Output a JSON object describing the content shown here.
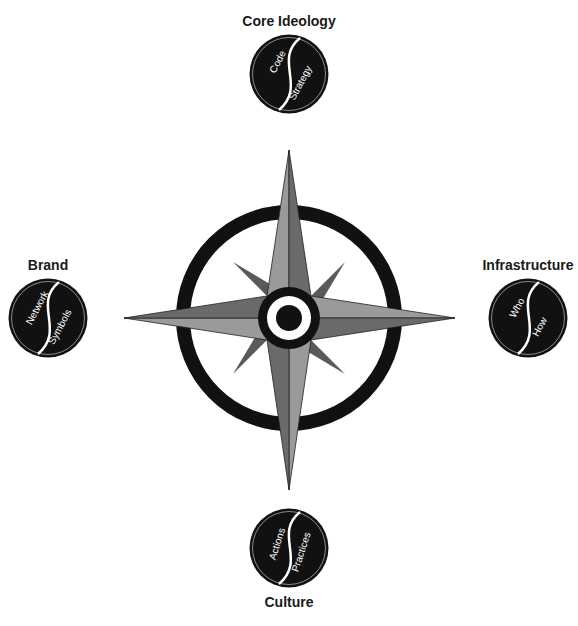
{
  "diagram": {
    "nodes": [
      {
        "text": [
          "Core Ideology",
          "Code",
          "Strategy"
        ]
      },
      {
        "text": [
          "Brand",
          "Network",
          "Symbols"
        ]
      },
      {
        "text": [
          "Infrastructure",
          "Who",
          "How"
        ]
      },
      {
        "text": [
          "Culture",
          "Actions",
          "Practices"
        ]
      }
    ]
  }
}
